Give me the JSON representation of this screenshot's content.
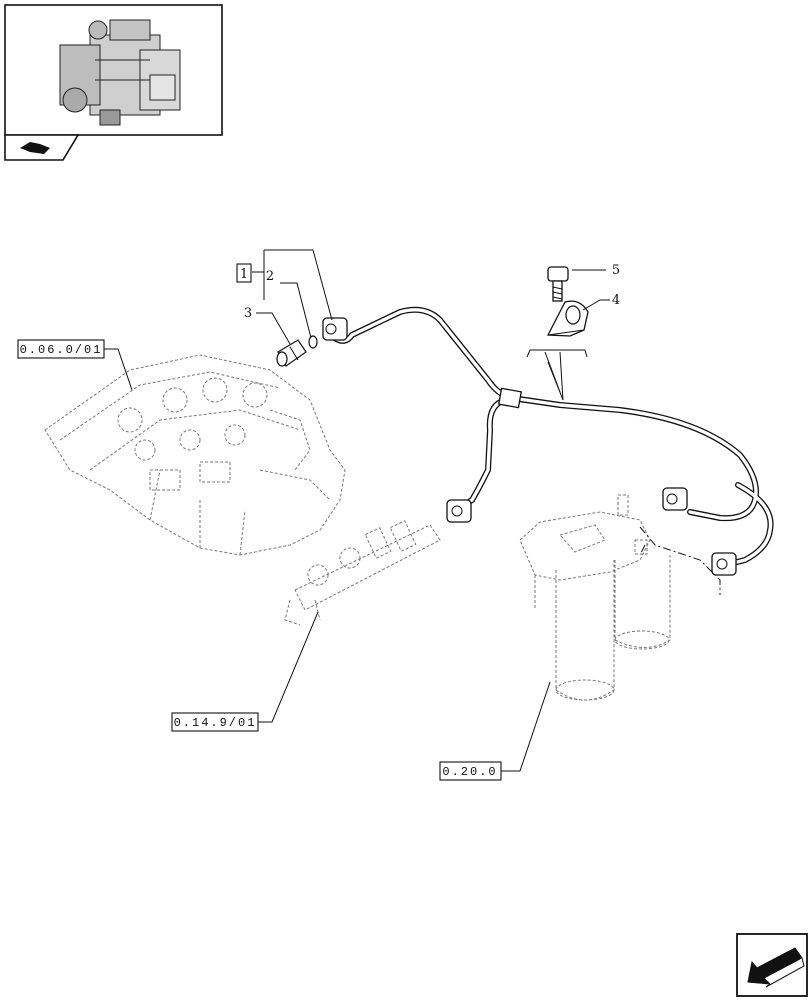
{
  "callouts": {
    "kit": "1",
    "oring": "2",
    "sensor": "3",
    "clamp": "4",
    "bolt": "5"
  },
  "references": {
    "engine_block": "0.06.0/01",
    "injector_rail": "0.14.9/01",
    "fuel_filter": "0.20.0"
  },
  "icons": {
    "thumbnail": "engine-thumbnail-icon",
    "section": "section-tab-icon",
    "nav": "next-page-arrow-icon"
  }
}
